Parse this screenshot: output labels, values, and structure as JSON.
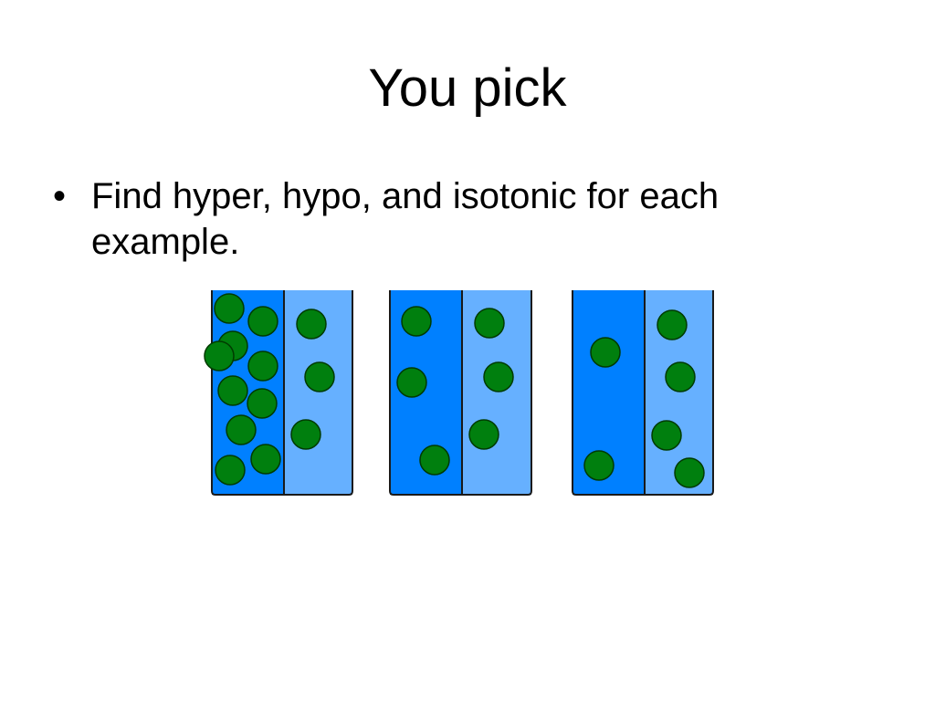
{
  "title": "You pick",
  "bullet": {
    "mark": "•",
    "text": "Find hyper, hypo, and isotonic for each example."
  },
  "colors": {
    "left_solution": "#0080ff",
    "right_solution": "#66b0ff",
    "molecule_fill": "#007f0e",
    "molecule_stroke": "#003b00",
    "beaker_outline": "#1a1a1a"
  },
  "beakers": [
    {
      "name": "beaker-1",
      "left_molecules": 10,
      "right_molecules": 3
    },
    {
      "name": "beaker-2",
      "left_molecules": 3,
      "right_molecules": 3
    },
    {
      "name": "beaker-3",
      "left_molecules": 2,
      "right_molecules": 4
    }
  ]
}
